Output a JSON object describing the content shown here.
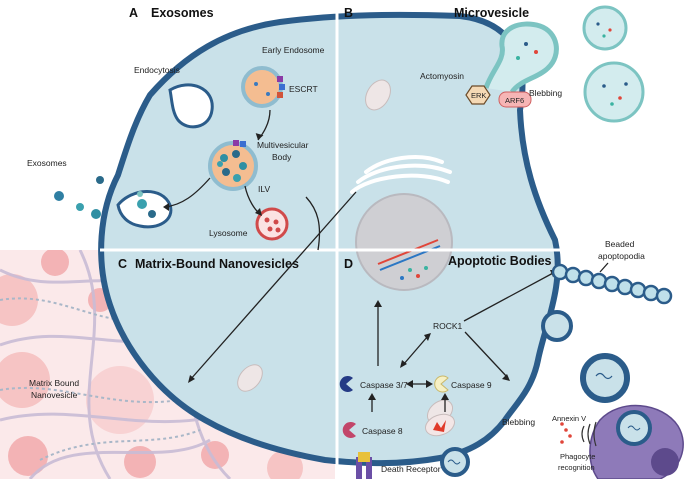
{
  "panels": {
    "a": {
      "letter": "A",
      "title": "Exosomes"
    },
    "b": {
      "letter": "B",
      "title": "Microvesicle"
    },
    "c": {
      "letter": "C",
      "title": "Matrix-Bound Nanovesicles"
    },
    "d": {
      "letter": "D",
      "title": "Apoptotic Bodies"
    }
  },
  "labels": {
    "endocytosis": "Endocytosis",
    "early_endosome": "Early Endosome",
    "escrt": "ESCRT",
    "mvb_line1": "Multivesicular",
    "mvb_line2": "Body",
    "ilv": "ILV",
    "exosomes": "Exosomes",
    "lysosome": "Lysosome",
    "actomyosin": "Actomyosin",
    "erk": "ERK",
    "arf6": "ARF6",
    "blebbing_top": "Blebbing",
    "mbn_line1": "Matrix Bound",
    "mbn_line2": "Nanovesicle",
    "beaded_line1": "Beaded",
    "beaded_line2": "apoptopodia",
    "rock1": "ROCK1",
    "caspase37": "Caspase 3/7",
    "caspase9": "Caspase 9",
    "caspase8": "Caspase 8",
    "blebbing_bottom": "Blebbing",
    "annexin": "Annexin V",
    "phago_line1": "Phagocyte",
    "phago_line2": "recognition",
    "death_receptor": "Death Receptor"
  },
  "colors": {
    "cell_fill": "#c9e1e9",
    "cell_stroke": "#2b5c8a",
    "endosome_fill": "#f4bd91",
    "vesicle_fill": "#d3ecee",
    "vesicle_stroke": "#7cc4c2",
    "ecm_pink": "#f6c4c4",
    "caspase": "#253b86",
    "phagocyte": "#7a67ae"
  }
}
